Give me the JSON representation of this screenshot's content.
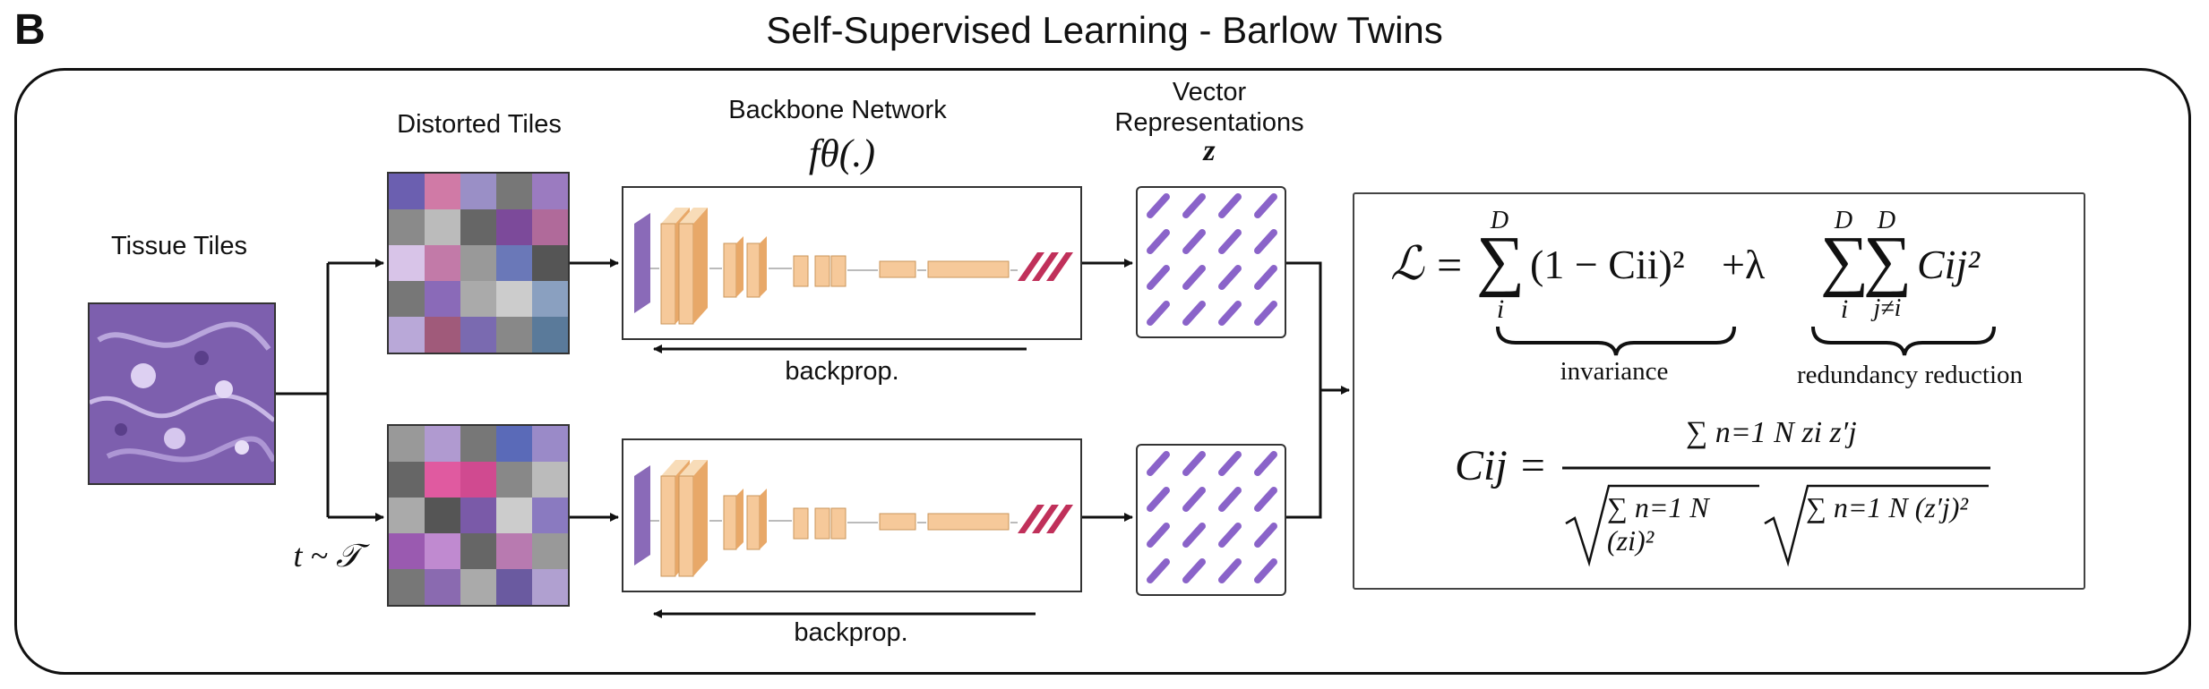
{
  "panel_letter": "B",
  "title": "Self-Supervised Learning - Barlow Twins",
  "labels": {
    "tissue_tiles": "Tissue Tiles",
    "distorted_tiles": "Distorted Tiles",
    "backbone_network": "Backbone Network",
    "backbone_func": "fθ(.)",
    "vector_line1": "Vector",
    "vector_line2": "Representations",
    "vector_symbol": "z",
    "backprop_top": "backprop.",
    "backprop_bottom": "backprop.",
    "transform": "t ~ 𝒯"
  },
  "formula": {
    "loss_symbol": "ℒ",
    "sum_upper": "D",
    "sum_lower_i": "i",
    "sum_lower_j": "j≠i",
    "invariance_term": "(1 − Cii)²",
    "plus_lambda": "+λ",
    "redundancy_term": "Cij²",
    "invariance_label": "invariance",
    "redundancy_label": "redundancy reduction",
    "cij_lhs": "Cij =",
    "numerator": "∑ n=1 N zi z′j",
    "denominator_left": "∑ n=1 N (zi)²",
    "denominator_right": "∑ n=1 N (z′j)²"
  },
  "colors": {
    "tissue": "#7a5aa8",
    "layer": "#f6c99a",
    "dense": "#c0305a",
    "vector": "#8a63c9"
  }
}
